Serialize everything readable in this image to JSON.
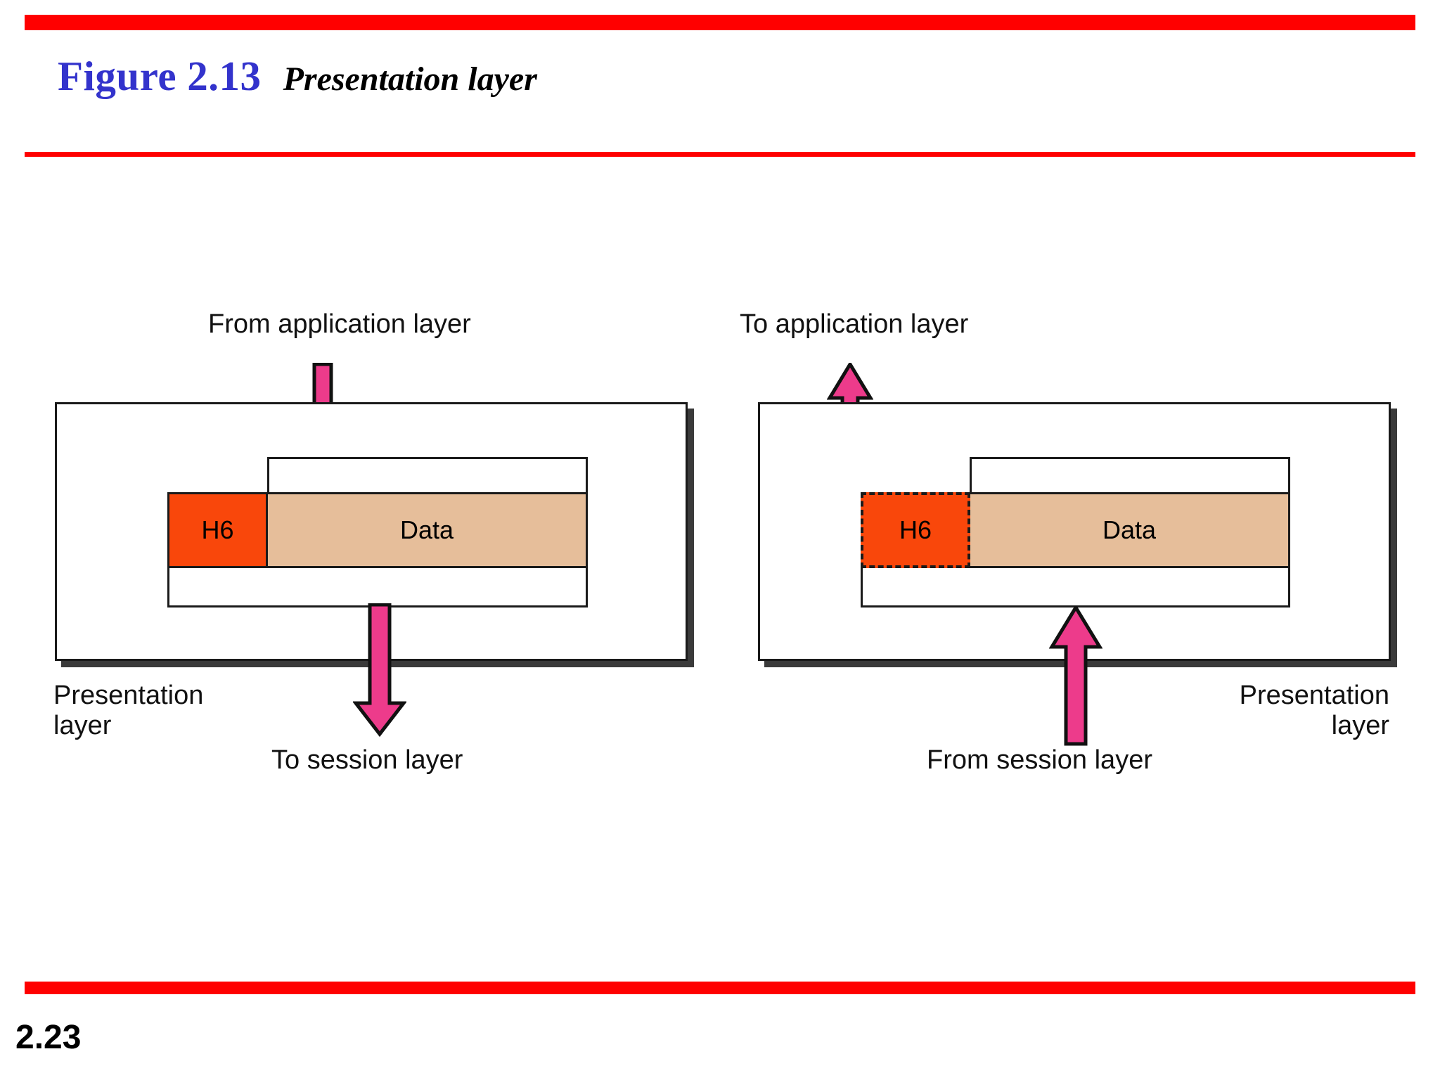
{
  "slide": {
    "page_number": "2.23",
    "figure_label": "Figure 2.13",
    "figure_caption": "Presentation layer",
    "colors": {
      "rule_red": "#FF0000",
      "figure_blue": "#3333CC",
      "header_orange": "#F9470B",
      "payload_tan": "#E6BE9A",
      "arrow_pink": "#ED3B8B",
      "outline_black": "#1a1a1a"
    }
  },
  "diagram": {
    "left": {
      "top_label": "From application layer",
      "bottom_label": "To session layer",
      "layer_label_line1": "Presentation",
      "layer_label_line2": "layer",
      "pdu": {
        "header": "H6",
        "payload": "Data",
        "header_border_style": "solid"
      },
      "top_arrow_direction": "down",
      "bottom_arrow_direction": "down"
    },
    "right": {
      "top_label": "To application layer",
      "bottom_label": "From session layer",
      "layer_label_line1": "Presentation",
      "layer_label_line2": "layer",
      "pdu": {
        "header": "H6",
        "payload": "Data",
        "header_border_style": "dashed"
      },
      "top_arrow_direction": "up",
      "bottom_arrow_direction": "up"
    }
  }
}
